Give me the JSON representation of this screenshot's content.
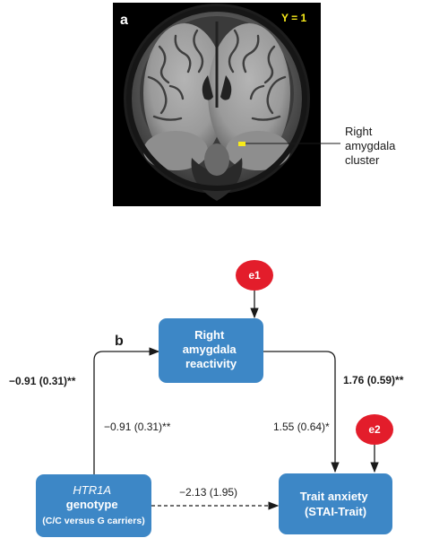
{
  "panel_a": {
    "label": "a",
    "slice_label": "Y = 1",
    "callout": [
      "Right",
      "amygdala",
      "cluster"
    ]
  },
  "panel_b": {
    "label": "b",
    "nodes": {
      "amygdala": [
        "Right",
        "amygdala",
        "reactivity"
      ],
      "genotype": {
        "gene": "HTR1A",
        "line2": "genotype",
        "line3": "(C/C versus G carriers)"
      },
      "anxiety": [
        "Trait anxiety",
        "(STAI-Trait)"
      ]
    },
    "error_terms": {
      "e1": "e1",
      "e2": "e2"
    },
    "path_coefficients": {
      "a_path_total": "−0.91 (0.31)**",
      "a_path": "−0.91 (0.31)**",
      "b_path_total": "1.76 (0.59)**",
      "b_path": "1.55 (0.64)*",
      "c_prime_path": "−2.13 (1.95)"
    },
    "colors": {
      "box_fill": "#3d87c6",
      "error_fill": "#e31d2b",
      "highlight": "#f7ea1a",
      "text_dark": "#1a1a1a"
    }
  }
}
